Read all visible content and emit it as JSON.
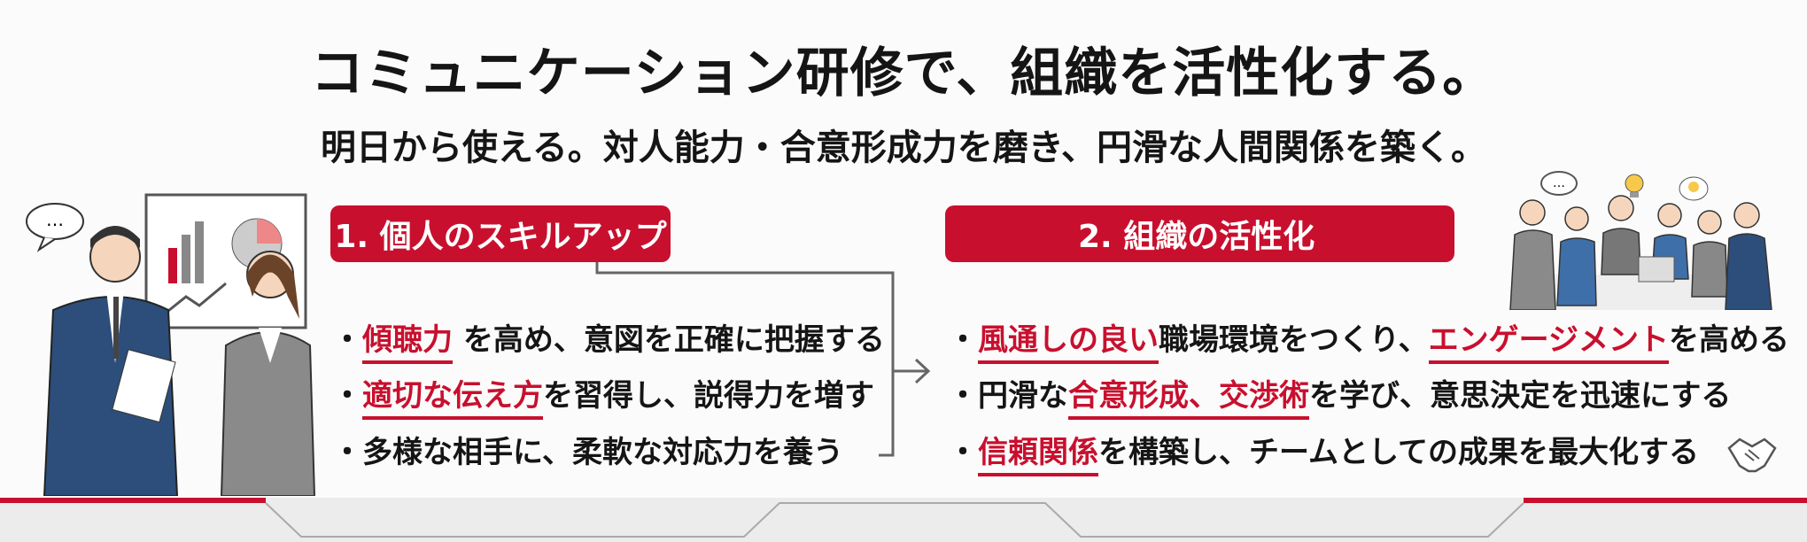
{
  "header": {
    "title": "コミュニケーション研修で、組織を活性化する。",
    "subtitle": "明日から使える。対人能力・合意形成力を磨き、円滑な人間関係を築く。"
  },
  "section1": {
    "heading": "1. 個人のスキルアップ",
    "bullets": [
      {
        "bullet": "・",
        "hl": "傾聴力",
        "rest": " を高め、意図を正確に把握する"
      },
      {
        "bullet": "・",
        "hl": "適切な伝え方",
        "rest": "を習得し、説得力を増す"
      },
      {
        "bullet": "・",
        "text": "多様な相手に、柔軟な対応力を養う"
      }
    ]
  },
  "section2": {
    "heading": "2. 組織の活性化",
    "bullets": [
      {
        "bullet": "・",
        "hl1": "風通しの良い",
        "mid": "職場環境をつくり、",
        "hl2": "エンゲージメント",
        "rest": "を高める"
      },
      {
        "bullet": "・",
        "pre": "円滑な",
        "hl1": "合意形成、",
        "hl2": "交渉術",
        "rest": "を学び、意思決定を迅速にする"
      },
      {
        "bullet": "・",
        "hl1": "信頼関係",
        "rest": "を構築し、チームとしての成果を最大化する"
      }
    ]
  },
  "colors": {
    "accent": "#c8102e",
    "text": "#151515",
    "band": "#ececec"
  },
  "speech_bubble": "…"
}
